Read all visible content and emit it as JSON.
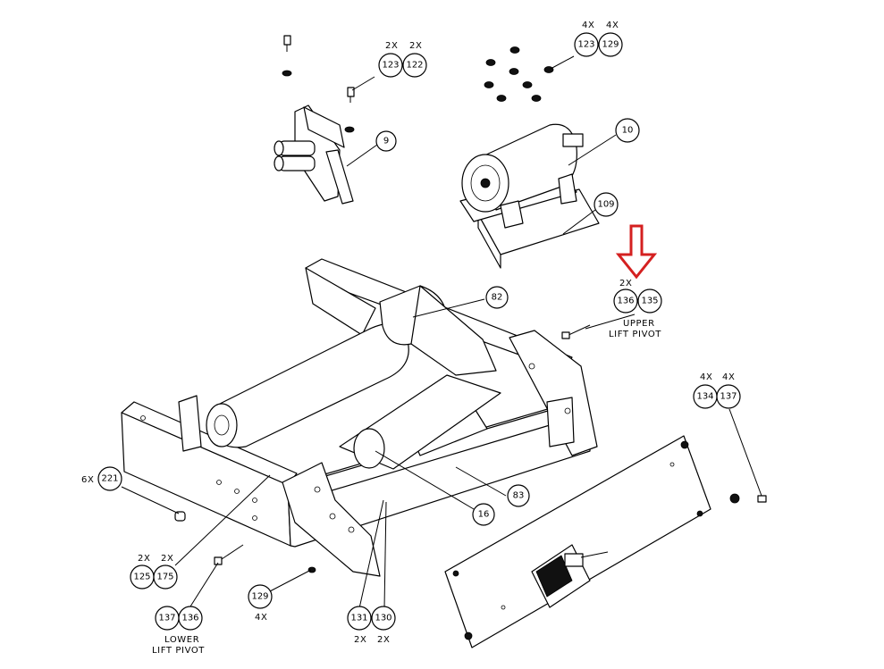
{
  "diagram": {
    "callouts": {
      "c123a": "123",
      "c122": "122",
      "c123b": "123",
      "c129a": "129",
      "c9": "9",
      "c10": "10",
      "c109": "109",
      "c136a": "136",
      "c135": "135",
      "c82": "82",
      "c134": "134",
      "c137a": "137",
      "c221": "221",
      "c83": "83",
      "c16": "16",
      "c125": "125",
      "c175": "175",
      "c137b": "137",
      "c136b": "136",
      "c129b": "129",
      "c131": "131",
      "c130": "130"
    },
    "qty": {
      "q123a": "2X",
      "q122": "2X",
      "q123b": "4X",
      "q129a": "4X",
      "q136a": "2X",
      "q134": "4X",
      "q137a": "4X",
      "q221": "6X",
      "q125": "2X",
      "q175": "2X",
      "q129b": "4X",
      "q131": "2X",
      "q130": "2X"
    },
    "labels": {
      "upper_line1": "UPPER",
      "upper_line2": "LIFT PIVOT",
      "lower_line1": "LOWER",
      "lower_line2": "LIFT PIVOT"
    },
    "colors": {
      "line": "#000000",
      "highlight_arrow": "#d42020",
      "background": "#ffffff"
    }
  }
}
